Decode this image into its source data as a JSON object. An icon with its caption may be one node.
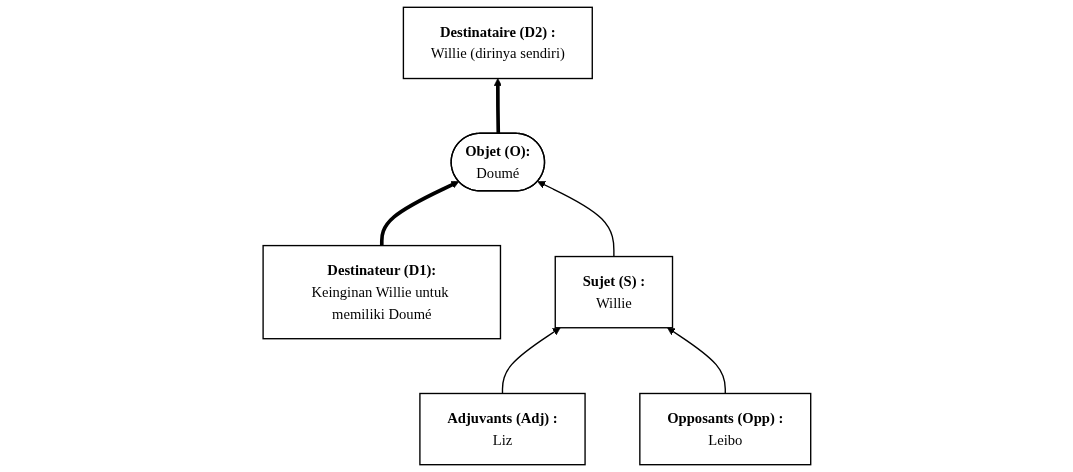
{
  "diagram": {
    "nodes": [
      {
        "text": [
          "Destinateur (D1):",
          "Keinginan Willie untuk memiliki Doumé"
        ]
      },
      {
        "text": [
          "Objet (O):",
          "Doumé"
        ]
      },
      {
        "text": [
          "Destinataire (D2) :",
          "Willie (dirinya sendiri)"
        ]
      },
      {
        "text": [
          "Sujet (S) :",
          "Willie"
        ]
      },
      {
        "text": [
          "Adjuvants (Adj) :",
          "Liz"
        ]
      },
      {
        "text": [
          "Opposants (Opp) :",
          "Leibo"
        ]
      }
    ],
    "edges": [
      {
        "from": 0,
        "to": 1,
        "arrow": "to",
        "style": "thick"
      },
      {
        "from": 1,
        "to": 2,
        "arrow": "to",
        "style": "thick"
      },
      {
        "from": 3,
        "to": 1,
        "arrow": "to"
      },
      {
        "from": 4,
        "to": 3,
        "arrow": "to"
      },
      {
        "from": 5,
        "to": 3,
        "arrow": "to"
      }
    ]
  }
}
